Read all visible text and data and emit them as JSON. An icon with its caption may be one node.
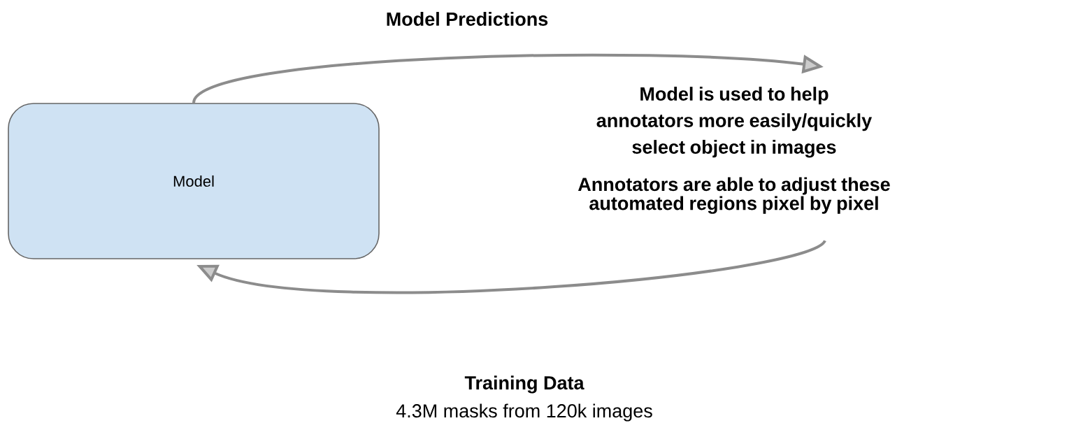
{
  "diagram": {
    "nodes": [
      {
        "text": [
          "Model"
        ]
      },
      {
        "text": [
          "Model is used to help annotators more easily/quickly select object in images",
          "Annotators are able to adjust these automated regions pixel by pixel"
        ]
      }
    ],
    "edges": [
      {
        "from": 0,
        "to": 1,
        "arrow": "to",
        "label": "Model Predictions"
      },
      {
        "from": 1,
        "to": 0,
        "arrow": "to",
        "label": "Training Data"
      }
    ],
    "labels": [
      "4.3M masks from 120k images"
    ]
  }
}
